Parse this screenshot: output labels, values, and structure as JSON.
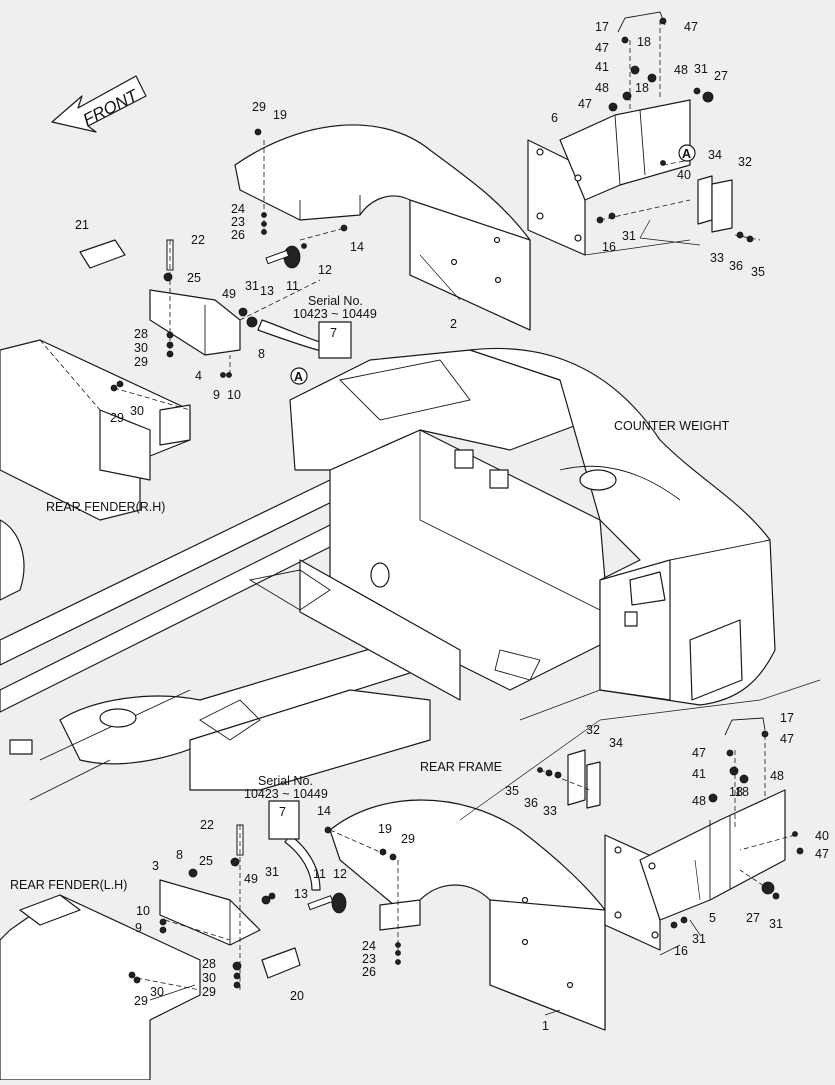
{
  "front_arrow": {
    "label": "FRONT"
  },
  "labels": {
    "counter_weight": "COUNTER WEIGHT",
    "rear_fender_rh": "REAR FENDER(R.H)",
    "rear_frame": "REAR FRAME",
    "rear_fender_lh": "REAR FENDER(L.H)"
  },
  "serial_notes": {
    "upper": {
      "title": "Serial No.",
      "range": "10423 ~ 10449",
      "part": "7"
    },
    "lower": {
      "title": "Serial No.",
      "range": "10423 ~ 10449",
      "part": "7"
    }
  },
  "callout_marker": "A",
  "part_numbers_upper": [
    "17",
    "47",
    "47",
    "18",
    "41",
    "18",
    "48",
    "31",
    "27",
    "48",
    "47",
    "6",
    "34",
    "32",
    "40",
    "16",
    "31",
    "33",
    "36",
    "35",
    "29",
    "19",
    "21",
    "22",
    "24",
    "23",
    "26",
    "14",
    "12",
    "11",
    "13",
    "25",
    "31",
    "49",
    "8",
    "28",
    "30",
    "29",
    "4",
    "9",
    "10",
    "29",
    "30",
    "2"
  ],
  "part_numbers_lower": [
    "32",
    "34",
    "17",
    "47",
    "47",
    "41",
    "18",
    "48",
    "35",
    "36",
    "33",
    "48",
    "18",
    "40",
    "47",
    "14",
    "19",
    "29",
    "22",
    "8",
    "25",
    "3",
    "49",
    "31",
    "11",
    "12",
    "13",
    "10",
    "9",
    "5",
    "27",
    "31",
    "16",
    "31",
    "28",
    "30",
    "29",
    "24",
    "23",
    "26",
    "20",
    "29",
    "30",
    "1"
  ]
}
